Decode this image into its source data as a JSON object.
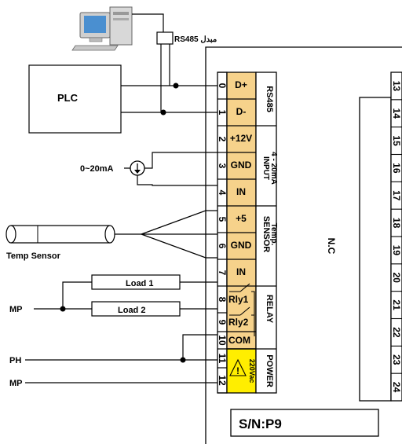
{
  "rs485_converter_label": "RS485 مبدل",
  "plc_label": "PLC",
  "current_source_label": "0~20mA",
  "temp_sensor_label": "Temp Sensor",
  "load_labels": [
    "Load 1",
    "Load 2"
  ],
  "line_labels": {
    "mp_top": "MP",
    "ph": "PH",
    "mp_bottom": "MP"
  },
  "terminal_numbers": [
    "0",
    "1",
    "2",
    "3",
    "4",
    "5",
    "6",
    "7",
    "8",
    "9",
    "10",
    "11",
    "12"
  ],
  "terminal_functions": [
    "D+",
    "D-",
    "+12V",
    "GND",
    "IN",
    "+5",
    "GND",
    "IN",
    "Rly1",
    "Rly2",
    "COM"
  ],
  "section_labels": {
    "rs485": "RS485",
    "input_line1": "4 - 20mA",
    "input_line2": "INPUT",
    "sensor_line1": "Temp.",
    "sensor_line2": "SENSOR",
    "relay": "RELAY",
    "power": "POWER",
    "power_voltage": "220Vac"
  },
  "nc_label": "N.C",
  "right_terminal_numbers": [
    "13",
    "14",
    "15",
    "16",
    "17",
    "18",
    "19",
    "20",
    "21",
    "22",
    "23",
    "24"
  ],
  "serial_number": "S/N:P9",
  "colors": {
    "terminal_block": "#f6d28b",
    "power_block": "#ffee00",
    "line": "#000000"
  }
}
